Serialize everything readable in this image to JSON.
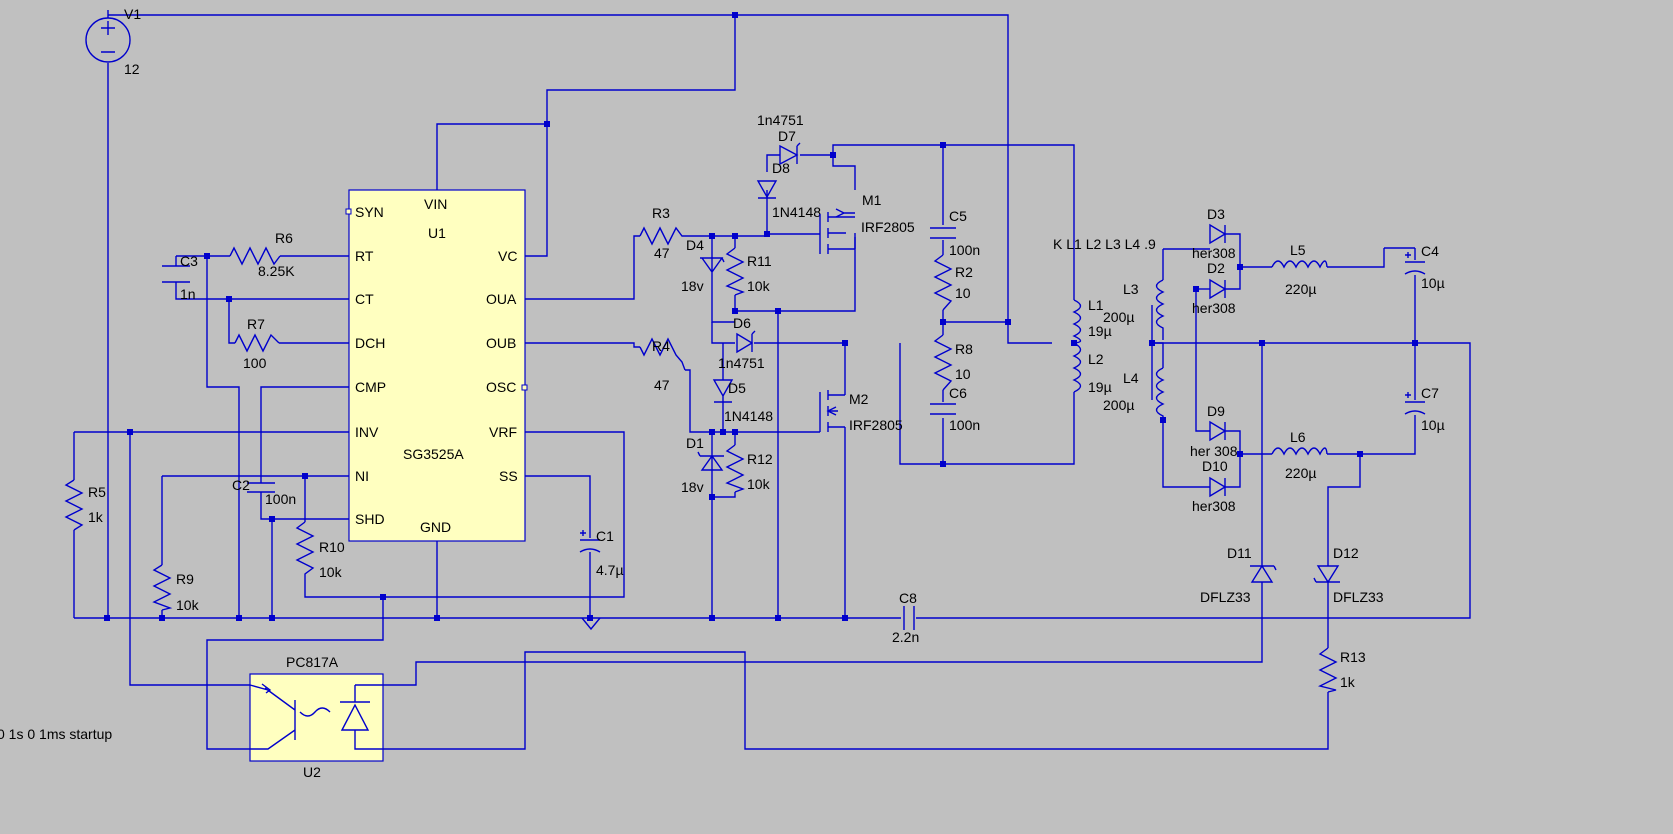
{
  "labels": {
    "v1_ref": "V1",
    "v1_val": "12",
    "u1_ref": "U1",
    "u1_part": "SG3525A",
    "pin_syn": "SYN",
    "pin_rt": "RT",
    "pin_ct": "CT",
    "pin_dch": "DCH",
    "pin_cmp": "CMP",
    "pin_inv": "INV",
    "pin_ni": "NI",
    "pin_shd": "SHD",
    "pin_vin": "VIN",
    "pin_vc": "VC",
    "pin_oua": "OUA",
    "pin_oub": "OUB",
    "pin_osc": "OSC",
    "pin_vrf": "VRF",
    "pin_ss": "SS",
    "pin_gnd": "GND",
    "r6_ref": "R6",
    "r6_val": "8.25K",
    "c3_ref": "C3",
    "c3_val": "1n",
    "r7_ref": "R7",
    "r7_val": "100",
    "r5_ref": "R5",
    "r5_val": "1k",
    "c2_ref": "C2",
    "c2_val": "100n",
    "r9_ref": "R9",
    "r9_val": "10k",
    "r10_ref": "R10",
    "r10_val": "10k",
    "c1_ref": "C1",
    "c1_val": "4.7µ",
    "r3_ref": "R3",
    "r3_val": "47",
    "r4_ref": "R4",
    "r4_val": "47",
    "d4_ref": "D4",
    "d4_val": "18v",
    "d1_ref": "D1",
    "d1_val": "18v",
    "r11_ref": "R11",
    "r11_val": "10k",
    "r12_ref": "R12",
    "r12_val": "10k",
    "d7_ref": "D7",
    "d7_val": "1n4751",
    "d8_ref": "D8",
    "d8_val": "1N4148",
    "d6_ref": "D6",
    "d6_val": "1n4751",
    "d5_ref": "D5",
    "d5_val": "1N4148",
    "m1_ref": "M1",
    "m1_val": "IRF2805",
    "m2_ref": "M2",
    "m2_val": "IRF2805",
    "c5_ref": "C5",
    "c5_val": "100n",
    "r2_ref": "R2",
    "r2_val": "10",
    "r8_ref": "R8",
    "r8_val": "10",
    "c6_ref": "C6",
    "c6_val": "100n",
    "k_directive": "K L1 L2 L3 L4 .9",
    "l1_ref": "L1",
    "l1_val": "19µ",
    "l2_ref": "L2",
    "l2_val": "19µ",
    "l3_ref": "L3",
    "l3_val": "200µ",
    "l4_ref": "L4",
    "l4_val": "200µ",
    "d3_ref": "D3",
    "d3_val": "her308",
    "d2_ref": "D2",
    "d2_val": "her308",
    "d9_ref": "D9",
    "d9_val": "her 308",
    "d10_ref": "D10",
    "d10_val": "her308",
    "l5_ref": "L5",
    "l5_val": "220µ",
    "l6_ref": "L6",
    "l6_val": "220µ",
    "c4_ref": "C4",
    "c4_val": "10µ",
    "c7_ref": "C7",
    "c7_val": "10µ",
    "c8_ref": "C8",
    "c8_val": "2.2n",
    "d11_ref": "D11",
    "d11_val": "DFLZ33",
    "d12_ref": "D12",
    "d12_val": "DFLZ33",
    "r13_ref": "R13",
    "r13_val": "1k",
    "u2_part": "PC817A",
    "u2_ref": "U2",
    "sim_directive": "0 1s 0 1ms startup"
  },
  "colors": {
    "background": "#c0c0c0",
    "wire": "#0000cc",
    "ic_fill": "#ffffc0",
    "text": "#000000"
  }
}
